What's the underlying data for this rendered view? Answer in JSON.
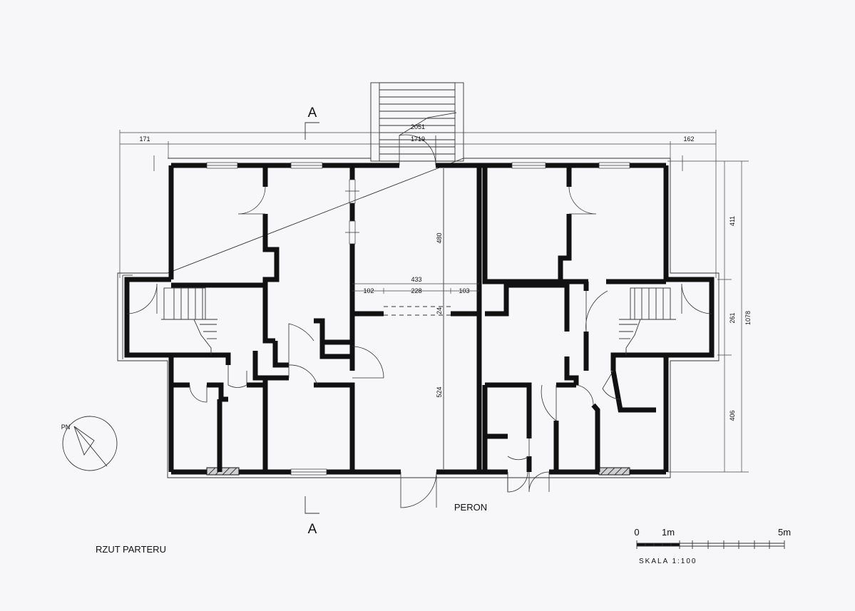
{
  "section_mark": "A",
  "dimensions": {
    "total_width": "2051",
    "inner_width": "1719",
    "left_offset": "171",
    "right_offset": "162",
    "vestibule_depth": "480",
    "hall_width": "433",
    "hall_left": "102",
    "hall_mid": "228",
    "hall_right": "103",
    "passage": "24",
    "hall_depth": "524",
    "right_top": "411",
    "right_mid": "261",
    "right_total": "1078",
    "right_bottom": "406"
  },
  "north_arrow_label": "PN",
  "platform_label": "PERON",
  "title": "RZUT PARTERU",
  "scale_bar": {
    "zero": "0",
    "one": "1m",
    "five": "5m",
    "scale_text": "SKALA   1:100"
  }
}
